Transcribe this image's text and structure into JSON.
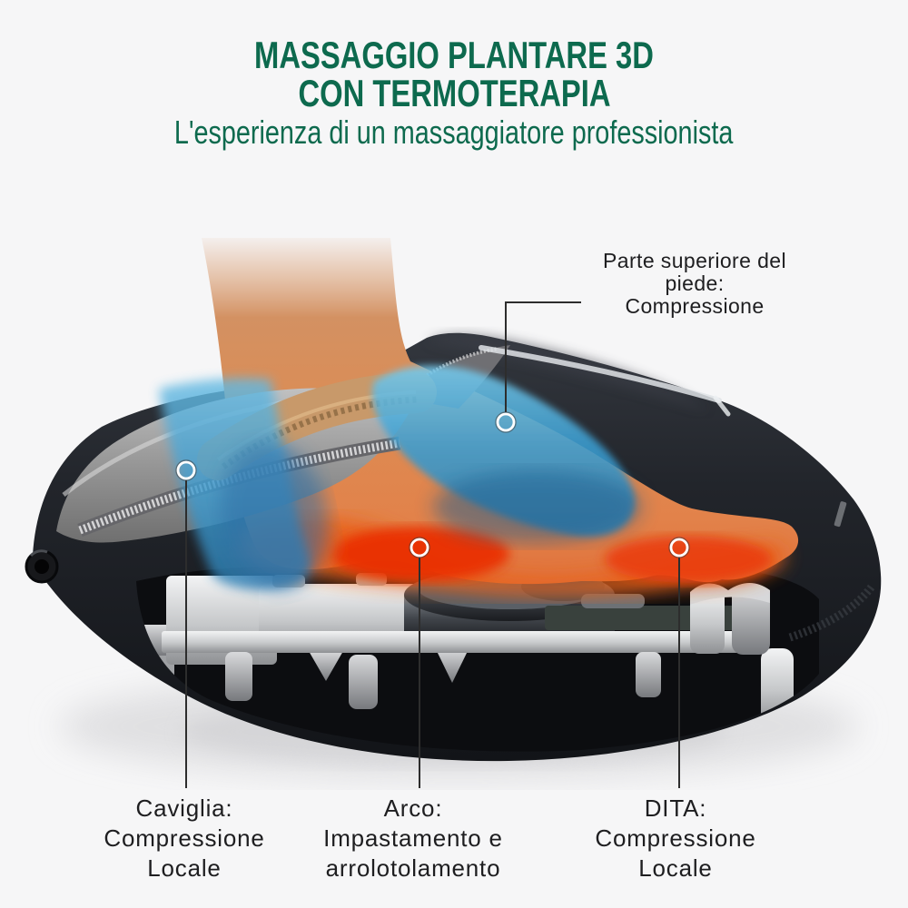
{
  "header": {
    "title_line1": "MASSAGGIO PLANTARE 3D",
    "title_line2": "CON TERMOTERAPIA",
    "subtitle": "L'esperienza di un massaggiatore professionista"
  },
  "callouts": {
    "top_of_foot": {
      "lines": [
        "Parte superiore del",
        "piede:",
        "Compressione"
      ]
    },
    "ankle": {
      "lines": [
        "Caviglia:",
        "Compressione",
        "Locale"
      ]
    },
    "arch": {
      "lines": [
        "Arco:",
        "Impastamento e",
        "arrolotolamento"
      ]
    },
    "toes": {
      "lines": [
        "DITA:",
        "Compressione",
        "Locale"
      ]
    }
  },
  "colors": {
    "background": "#f6f6f7",
    "title_green": "#0d6a4e",
    "label_dark": "#1e1e20",
    "airbag_blue": "#3b9ed2",
    "heat_red": "#e8380d",
    "skin": "#d89058",
    "shell_black": "#1b1e23",
    "fabric_gray": "#8f8f8f",
    "machinery_silver": "#c6c8ca"
  }
}
